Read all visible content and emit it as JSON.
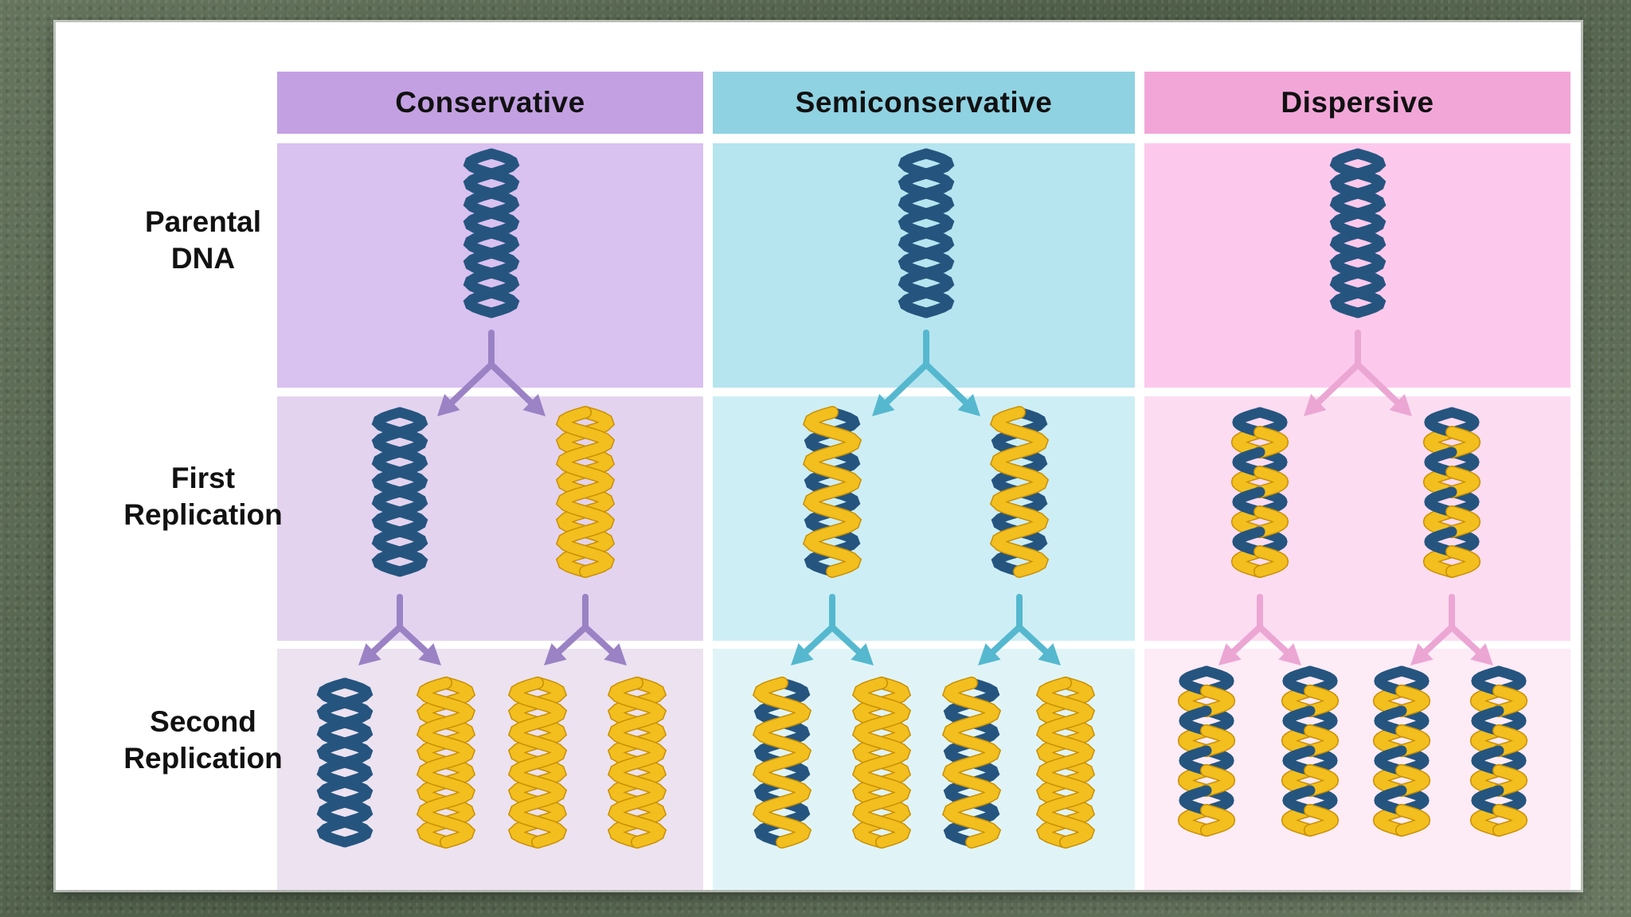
{
  "columns": [
    {
      "label": "Conservative",
      "header_color": "#c3a0e2",
      "cell_colors": [
        "#d9c1f0",
        "#e3d3ef",
        "#ece2f0"
      ],
      "arrow_color": "#9a82c4"
    },
    {
      "label": "Semiconservative",
      "header_color": "#8fd2e2",
      "cell_colors": [
        "#b6e5ef",
        "#cdeef5",
        "#e0f4f8"
      ],
      "arrow_color": "#55b8cf"
    },
    {
      "label": "Dispersive",
      "header_color": "#f2a6d8",
      "cell_colors": [
        "#fcc9ec",
        "#fcdcf1",
        "#fdebf6"
      ],
      "arrow_color": "#eba6d4"
    }
  ],
  "rows": [
    {
      "label_lines": [
        "Parental",
        "DNA"
      ]
    },
    {
      "label_lines": [
        "First",
        "Replication"
      ]
    },
    {
      "label_lines": [
        "Second",
        "Replication"
      ]
    }
  ],
  "colors": {
    "parental_strand": "#25557f",
    "new_strand": "#f2bf1e",
    "new_strand_outline": "#c98f00"
  },
  "helix_icon": "dna-double-helix",
  "arrow_icon": "branching-arrow"
}
